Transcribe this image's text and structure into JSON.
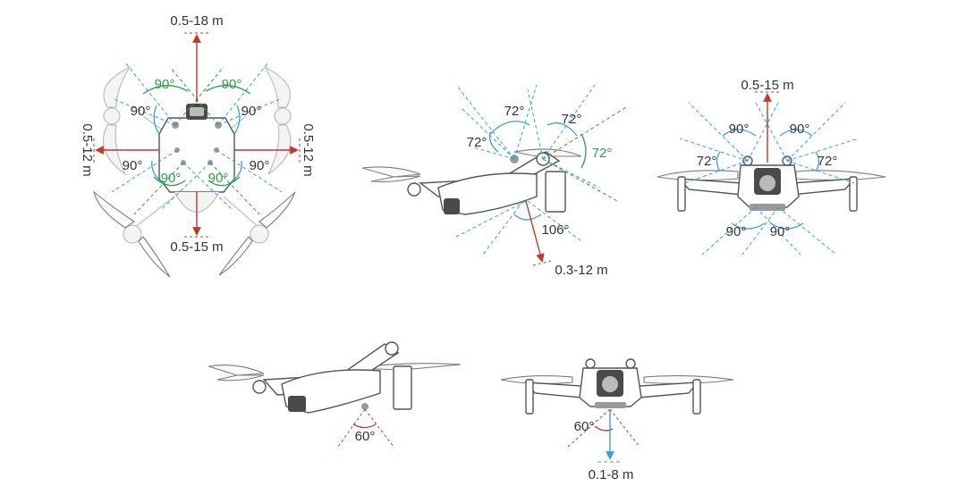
{
  "colors": {
    "range_arrow": "#c0392b",
    "fov_lines_blue": "#3aa0d8",
    "fov_lines_green": "#2e9e4a",
    "label_text": "#333333",
    "green_label_text": "#2e9e4a"
  },
  "top_view": {
    "front_range": "0.5-18 m",
    "rear_range": "0.5-15 m",
    "left_range": "0.5-12 m",
    "right_range": "0.5-12 m",
    "angle_front_left": "90°",
    "angle_front_right": "90°",
    "angle_left_front": "90°",
    "angle_right_front": "90°",
    "angle_left_rear": "90°",
    "angle_right_rear": "90°",
    "angle_rear_left": "90°",
    "angle_rear_right": "90°"
  },
  "side_view_upper": {
    "angle_upper_left": "72°",
    "angle_upper_mid": "72°",
    "angle_upper_right": "72°",
    "angle_front": "72°",
    "angle_bottom": "106°",
    "bottom_range": "0.3-12 m"
  },
  "front_view_upper": {
    "top_range": "0.5-15 m",
    "angle_top_left": "90°",
    "angle_top_right": "90°",
    "angle_side_left": "72°",
    "angle_side_right": "72°",
    "angle_bottom_left": "90°",
    "angle_bottom_right": "90°"
  },
  "side_view_lower": {
    "angle_bottom": "60°"
  },
  "front_view_lower": {
    "angle_bottom": "60°",
    "bottom_range": "0.1-8 m"
  }
}
